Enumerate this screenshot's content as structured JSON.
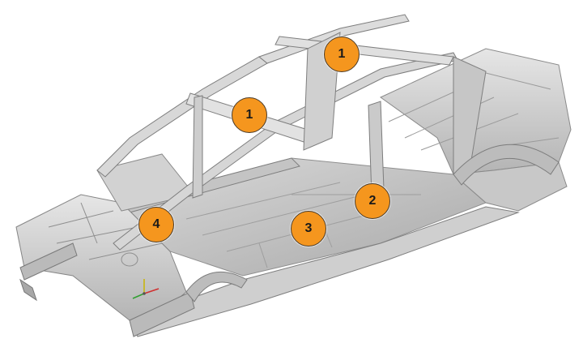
{
  "diagram": {
    "subject": "car-body-in-white",
    "callouts": [
      {
        "id": "callout-1-roof-rear",
        "label": "1"
      },
      {
        "id": "callout-1-roof-front",
        "label": "1"
      },
      {
        "id": "callout-2-rocker",
        "label": "2"
      },
      {
        "id": "callout-3-floor",
        "label": "3"
      },
      {
        "id": "callout-4-front",
        "label": "4"
      }
    ],
    "colors": {
      "callout_fill": "#f5961e",
      "callout_border": "#4a3a28",
      "frame_light": "#dedede",
      "frame_mid": "#bdbdbd",
      "frame_dark": "#8c8c8c"
    }
  }
}
